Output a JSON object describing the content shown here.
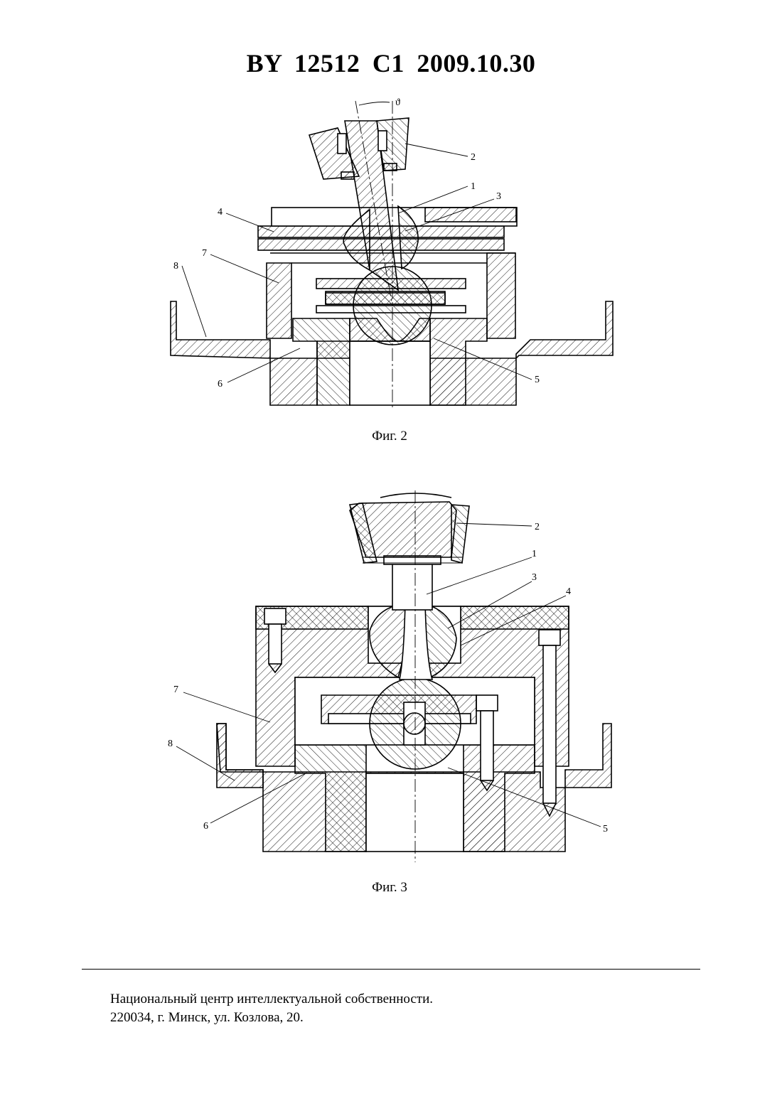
{
  "header": {
    "title": "BY  12512  C1  2009.10.30"
  },
  "figure2": {
    "caption": "Фиг. 2",
    "angle_symbol": "ϑ",
    "labels": {
      "l1": "1",
      "l2": "2",
      "l3": "3",
      "l4": "4",
      "l5": "5",
      "l6": "6",
      "l7": "7",
      "l8": "8"
    }
  },
  "figure3": {
    "caption": "Фиг. 3",
    "labels": {
      "l1": "1",
      "l2": "2",
      "l3": "3",
      "l4": "4",
      "l5": "5",
      "l6": "6",
      "l7": "7",
      "l8": "8"
    }
  },
  "footer": {
    "line1": "Национальный центр интеллектуальной собственности.",
    "line2": "220034, г. Минск, ул. Козлова, 20."
  }
}
